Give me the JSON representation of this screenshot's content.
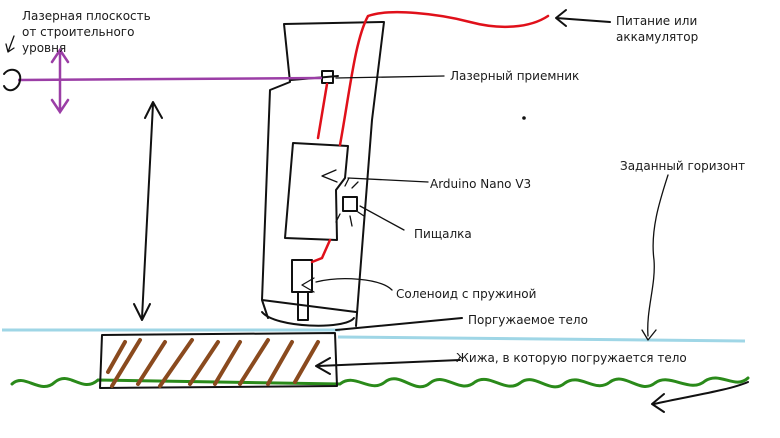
{
  "labels": {
    "laser_plane_line1": "Лазерная плоскость",
    "laser_plane_line2": "от строительного",
    "laser_plane_line3": "уровня",
    "power_line1": "Питание или",
    "power_line2": "аккамулятор",
    "laser_receiver": "Лазерный приемник",
    "arduino": "Arduino Nano V3",
    "given_horizon": "Заданный горизонт",
    "buzzer": "Пищалка",
    "solenoid": "Соленоид с пружиной",
    "submerged_body": "Поргужаемое тело",
    "liquid": "Жижа, в которую погружается тело"
  },
  "colors": {
    "laser": "#9b3ea6",
    "wire": "#e0101a",
    "liquid_surface": "#9fd6e6",
    "grass": "#2a8a1a",
    "wood": "#8a4a1e",
    "ink": "#111111"
  }
}
